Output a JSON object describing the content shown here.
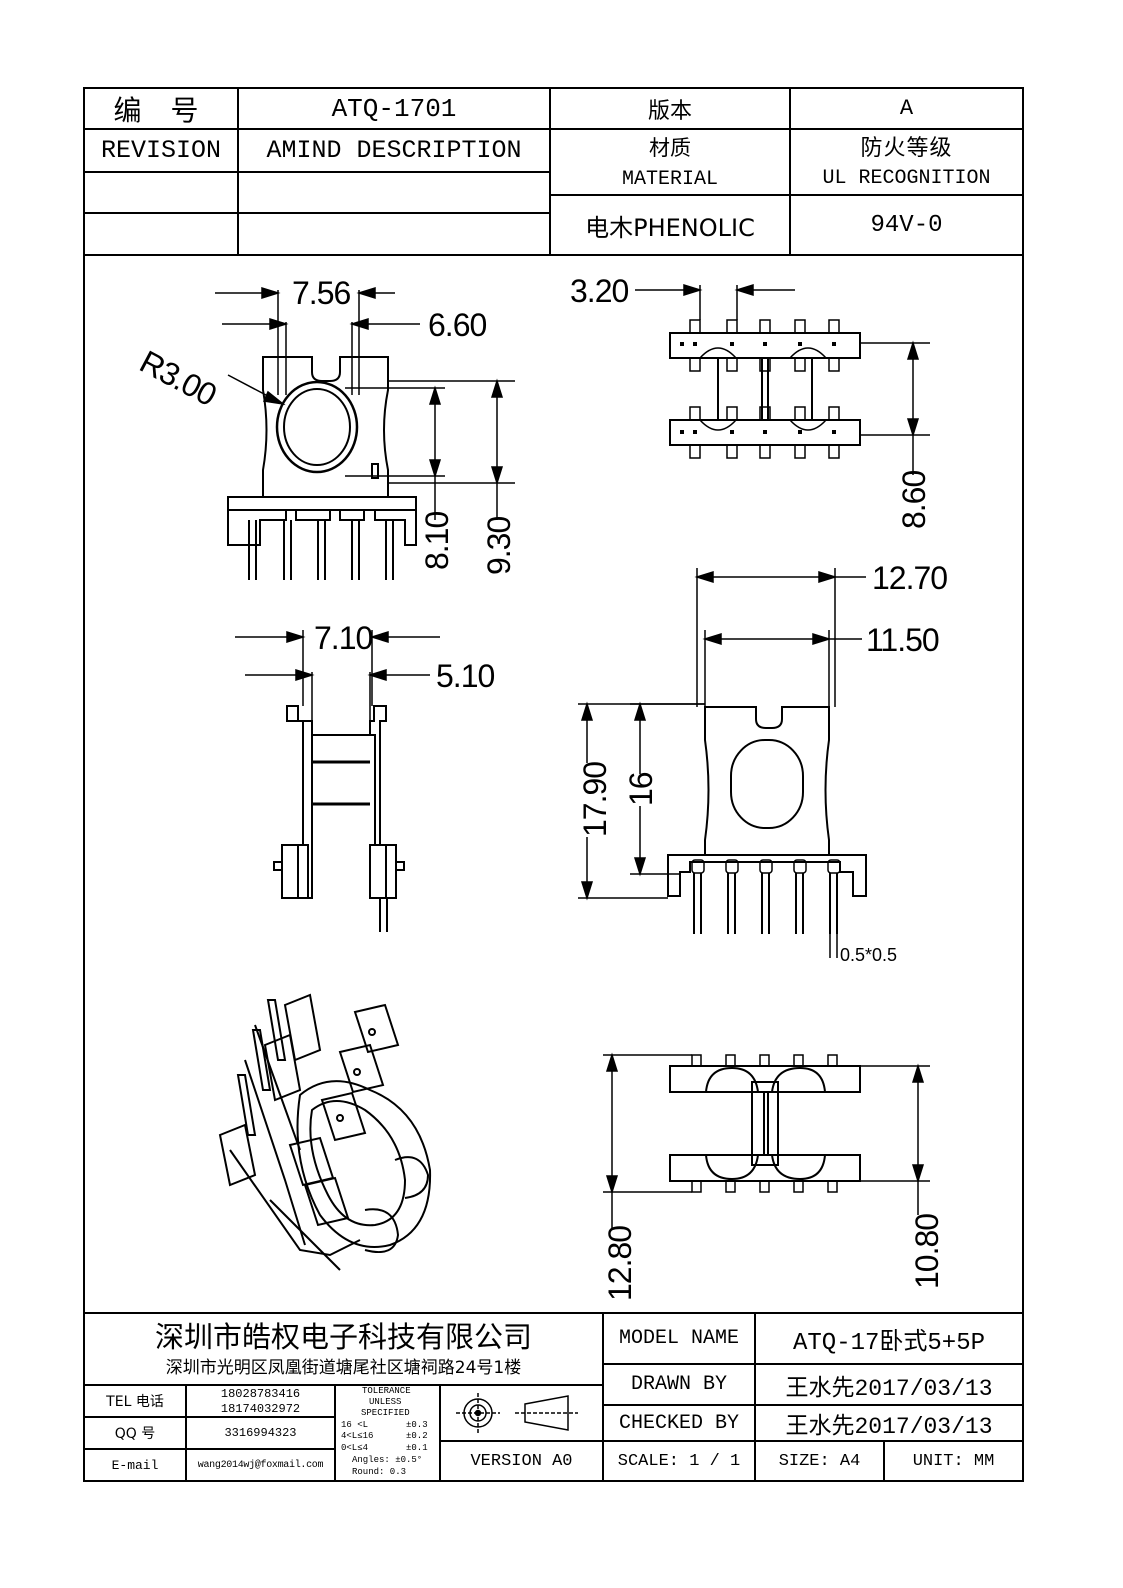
{
  "title_block": {
    "number_label": "编  号",
    "number_value": "ATQ-1701",
    "version_label": "版本",
    "version_value": "A",
    "revision_label": "REVISION",
    "amind_label": "AMIND DESCRIPTION",
    "material_label_cn": "材质",
    "material_label_en": "MATERIAL",
    "ul_label_cn": "防火等级",
    "ul_label_en": "UL RECOGNITION",
    "material_value": "电木PHENOLIC",
    "ul_value": "94V-0"
  },
  "dimensions": {
    "top_view": [
      "7.56",
      "6.60",
      "R3.00",
      "8.10",
      "9.30"
    ],
    "side_top": [
      "3.20",
      "8.60"
    ],
    "side_left": [
      "7.10",
      "5.10"
    ],
    "front": [
      "12.70",
      "11.50",
      "17.90",
      "16",
      "0.5*0.5"
    ],
    "bottom": [
      "12.80",
      "10.80"
    ]
  },
  "footer": {
    "company_name": "深圳市皓权电子科技有限公司",
    "company_address": "深圳市光明区凤凰街道塘尾社区塘祠路24号1楼",
    "tel_label": "TEL 电话",
    "tel_1": "18028783416",
    "tel_2": "18174032972",
    "qq_label": "QQ  号",
    "qq_value": "3316994323",
    "email_label": "E-mail",
    "email_value": "wang2014wj@foxmail.com",
    "tolerance": {
      "title_1": "TOLERANCE",
      "title_2": "UNLESS",
      "title_3": "SPECIFIED",
      "r1_label": "16 <L",
      "r1_val": "±0.3",
      "r2_label": "4<L≤16",
      "r2_val": "±0.2",
      "r3_label": "0<L≤4",
      "r3_val": "±0.1",
      "angles": "Angles: ±0.5°",
      "round": "Round: 0.3"
    },
    "version": "VERSION A0",
    "model_name_label": "MODEL NAME",
    "model_name_value": "ATQ-17卧式5+5P",
    "drawn_by_label": "DRAWN BY",
    "drawn_by_value": "王水先2017/03/13",
    "checked_by_label": "CHECKED BY",
    "checked_by_value": "王水先2017/03/13",
    "scale_label": "SCALE: 1 / 1",
    "size_label": "SIZE: A4",
    "unit_label": "UNIT: MM"
  }
}
